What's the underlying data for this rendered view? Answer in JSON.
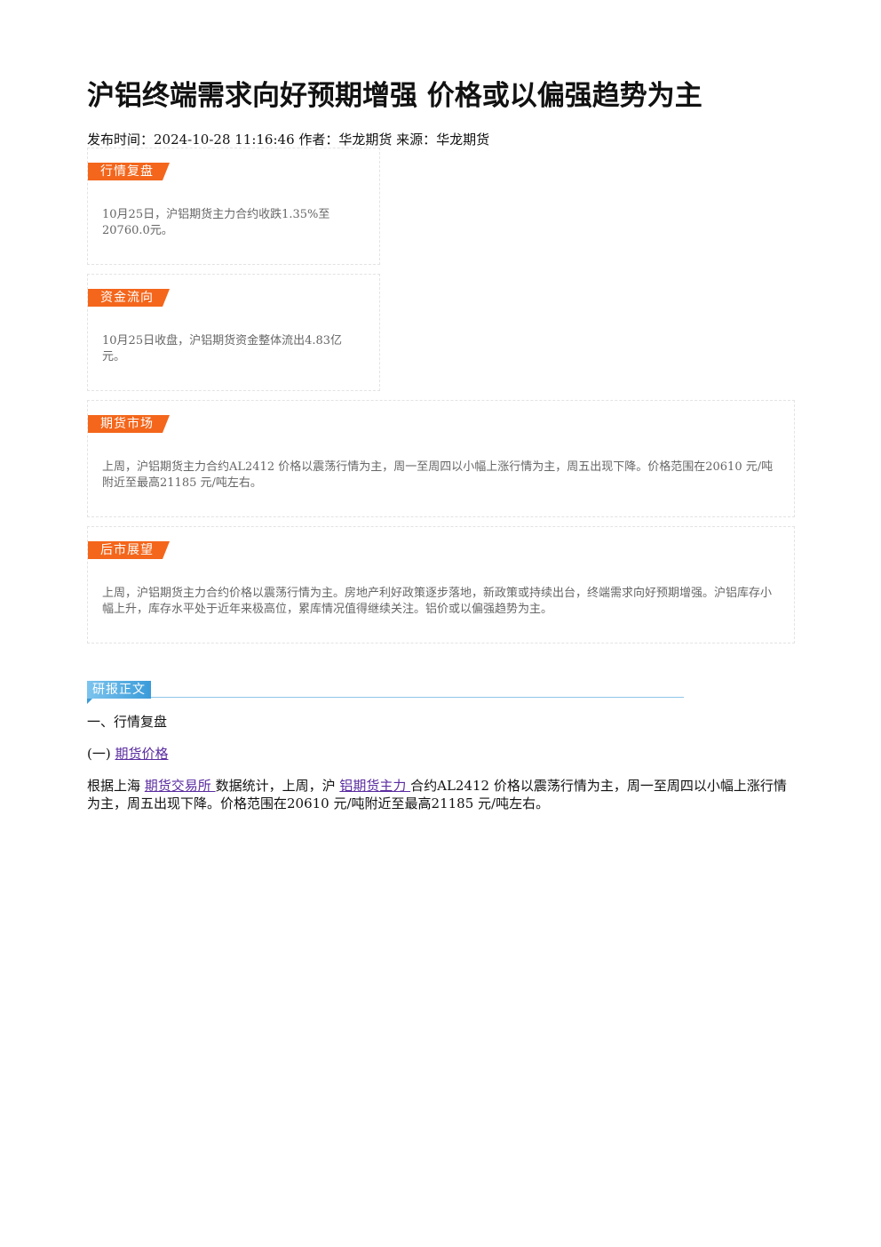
{
  "article": {
    "title": "沪铝终端需求向好预期增强 价格或以偏强趋势为主",
    "meta": "发布时间：2024-10-28 11:16:46 作者：华龙期货 来源：华龙期货"
  },
  "cards": [
    {
      "tag": "行情复盘",
      "text": "10月25日，沪铝期货主力合约收跌1.35%至20760.0元。"
    },
    {
      "tag": "资金流向",
      "text": "10月25日收盘，沪铝期货资金整体流出4.83亿元。"
    },
    {
      "tag": "期货市场",
      "text": "上周，沪铝期货主力合约AL2412 价格以震荡行情为主，周一至周四以小幅上涨行情为主，周五出现下降。价格范围在20610 元/吨附近至最高21185 元/吨左右。"
    },
    {
      "tag": "后市展望",
      "text": "上周，沪铝期货主力合约价格以震荡行情为主。房地产利好政策逐步落地，新政策或持续出台，终端需求向好预期增强。沪铝库存小幅上升，库存水平处于近年来极高位，累库情况值得继续关注。铝价或以偏强趋势为主。"
    }
  ],
  "report": {
    "tag": "研报正文",
    "section1": "一、行情复盘",
    "sub1_prefix": "(一) ",
    "sub1_link": "期货价格",
    "para_part1": "根据上海 ",
    "para_link1": "期货交易所 ",
    "para_part2": "数据统计，上周，沪 ",
    "para_link2": "铝期货主力 ",
    "para_part3": "合约AL2412 价格以震荡行情为主，周一至周四以小幅上涨行情为主，周五出现下降。价格范围在20610 元/吨附近至最高21185 元/吨左右。"
  },
  "colors": {
    "tag_orange": "#f4661b",
    "tag_blue": "#3a9bd9",
    "link_purple": "#5a2ca0",
    "muted_text": "#666666"
  }
}
